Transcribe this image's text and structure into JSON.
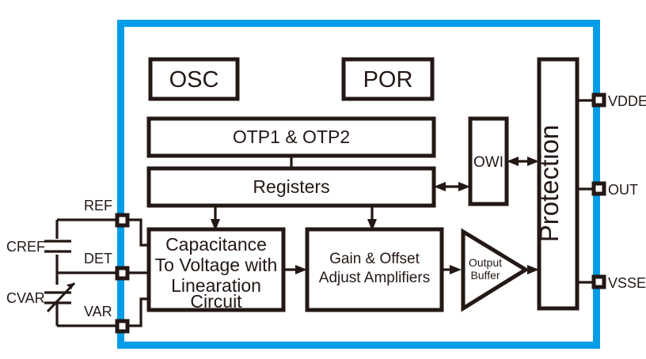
{
  "diagram": {
    "title": "Capacitive sensor signal conditioner block diagram",
    "chip_boundary_color": "#039ce6",
    "line_color": "#231815",
    "blocks": {
      "osc": "OSC",
      "por": "POR",
      "otp": "OTP1 & OTP2",
      "registers": "Registers",
      "owi": "OWI",
      "protection": "Protection",
      "c2v_line1": "Capacitance",
      "c2v_line2": "To Voltage with",
      "c2v_line3": "Linearation",
      "c2v_line4": "Circuit",
      "gain_line1": "Gain & Offset",
      "gain_line2": "Adjust Amplifiers",
      "buffer_line1": "Output",
      "buffer_line2": "Buffer"
    },
    "pins_left": [
      {
        "name": "REF"
      },
      {
        "name": "DET"
      },
      {
        "name": "VAR"
      }
    ],
    "pins_right": [
      {
        "name": "VDDE"
      },
      {
        "name": "OUT"
      },
      {
        "name": "VSSE"
      }
    ],
    "external_components": [
      {
        "name": "CREF",
        "type": "fixed-capacitor"
      },
      {
        "name": "CVAR",
        "type": "variable-capacitor"
      }
    ]
  }
}
